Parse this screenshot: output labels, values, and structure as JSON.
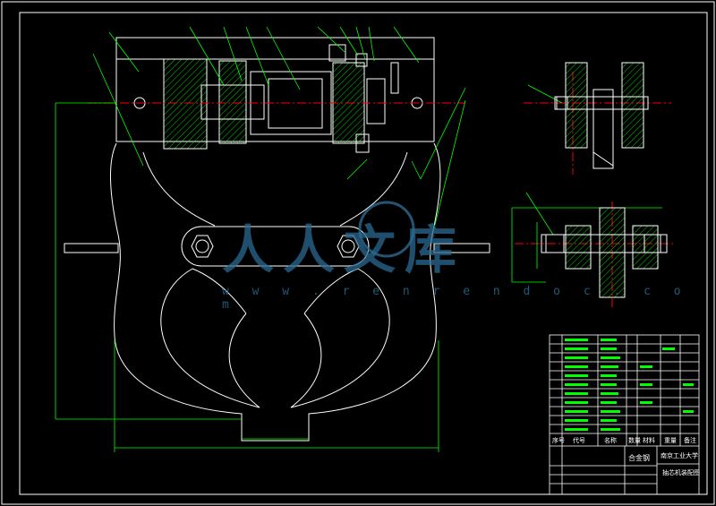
{
  "watermark": {
    "chinese": "人人文库",
    "url": "w w w . r e n r e n d o c . c o m"
  },
  "title_block": {
    "header": [
      "序号",
      "代号",
      "名称",
      "数量",
      "材料",
      "重量",
      "备注"
    ],
    "part_name": "合金钢",
    "university": "南京工业大学",
    "drawing_title": "抽芯机装配图"
  },
  "colors": {
    "white": "#ffffff",
    "green": "#00ff00",
    "red": "#ff0000",
    "hatch": "#00ff00",
    "yellow": "#ffff00"
  }
}
